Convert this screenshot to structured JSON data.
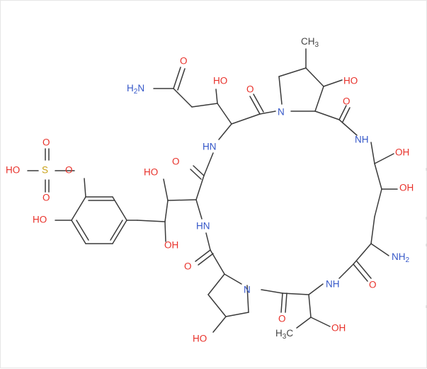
{
  "colors": {
    "oxygen": "#e8312a",
    "nitrogen": "#3557c8",
    "carbon": "#444444",
    "sulfur": "#c9a116",
    "bond": "#3a3a3a"
  },
  "atoms": {
    "ch3": {
      "main": "CH",
      "sub": "3"
    },
    "oh_top_right": "HO",
    "h2n": {
      "main": "H",
      "sub": "2",
      "tail": "N"
    },
    "ho_upper_chain": "HO",
    "o_upper_left": "O",
    "o_upper_mid": "O",
    "n_prolyl_top": "N",
    "o_top_right": "O",
    "hn_left_top": "HN",
    "nh_right_top": "NH",
    "oh_right_1": "OH",
    "oh_right_2": "OH",
    "o_sulf_top": "O",
    "s": "S",
    "ho_sulf": "HO",
    "o_sulf_link": "O",
    "o_sulf_bottom": "O",
    "ho_mid": "HO",
    "o_amide_mid": "O",
    "ho_ring": "HO",
    "oh_benzylic": "OH",
    "hn_left_bottom": "HN",
    "nh2": {
      "main": "NH",
      "sub": "2"
    },
    "o_lower_left": "O",
    "n_prolyl_bottom": "N",
    "nh_lower": "NH",
    "o_lower_right": "O",
    "o_lower_mid": "O",
    "ho_bottom": "HO",
    "h3c": {
      "main": "H",
      "sub": "3",
      "tail": "C"
    },
    "oh_bottom": "OH"
  }
}
